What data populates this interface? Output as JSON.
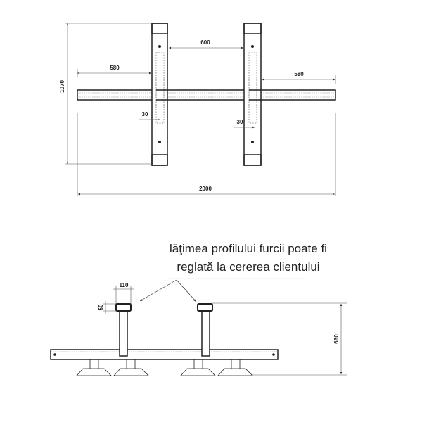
{
  "top_view": {
    "dimensions": {
      "column_spacing": "600",
      "left_overhang": "580",
      "right_overhang": "580",
      "height": "1070",
      "total_length": "2000",
      "left_offset": "30",
      "right_offset": "30"
    }
  },
  "side_view": {
    "note_lines": [
      "lăţimea profilului furcii poate fi",
      "reglată la cererea clientului"
    ],
    "dimensions": {
      "cap_width": "110",
      "cap_height": "50",
      "total_height": "660"
    }
  },
  "colors": {
    "line": "#222222",
    "dim_line": "#555555",
    "hidden": "#777777"
  }
}
